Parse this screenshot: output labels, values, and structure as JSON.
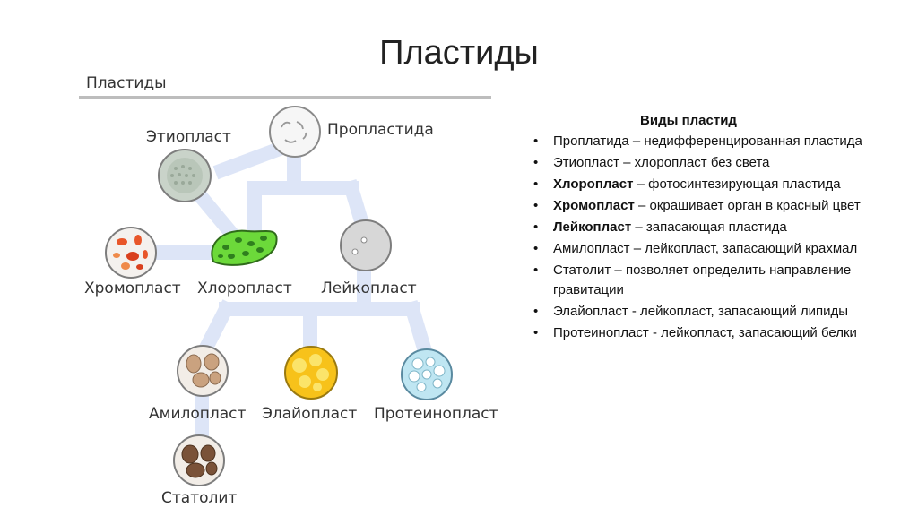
{
  "slide": {
    "title": "Пластиды"
  },
  "diagram": {
    "header": "Пластиды",
    "labels": {
      "etioplast": "Этиопласт",
      "proplastid": "Пропластида",
      "chromoplast": "Хромопласт",
      "chloroplast": "Хлоропласт",
      "leucoplast": "Лейкопласт",
      "amyloplast": "Амилопласт",
      "elaioplast": "Элайопласт",
      "proteinoplast": "Протеинопласт",
      "statolith": "Статолит"
    }
  },
  "legend": {
    "title": "Виды пластид",
    "items": [
      {
        "term": "",
        "text": "Проплатида – недифференцированная пластида"
      },
      {
        "term": "",
        "text": "Этиопласт – хлоропласт без света"
      },
      {
        "term": "Хлоропласт",
        "text": " – фотосинтезирующая пластида"
      },
      {
        "term": "Хромопласт",
        "text": " – окрашивает орган в красный цвет"
      },
      {
        "term": "Лейкопласт",
        "text": " – запасающая пластида"
      },
      {
        "term": "",
        "text": "Амилопласт – лейкопласт, запасающий крахмал"
      },
      {
        "term": "",
        "text": "Статолит – позволяет определить направление гравитации"
      },
      {
        "term": "",
        "text": "Элайопласт - лейкопласт, запасающий липиды"
      },
      {
        "term": "",
        "text": "Протеинопласт - лейкопласт, запасающий белки"
      }
    ]
  },
  "colors": {
    "connector": "#dde5f7",
    "chloroplast": "#6cd93a",
    "amyloplast": "#caa27f",
    "elaioplast": "#f7c21a",
    "proteinoplast": "#bfe6f2",
    "statolith": "#7a5238"
  }
}
